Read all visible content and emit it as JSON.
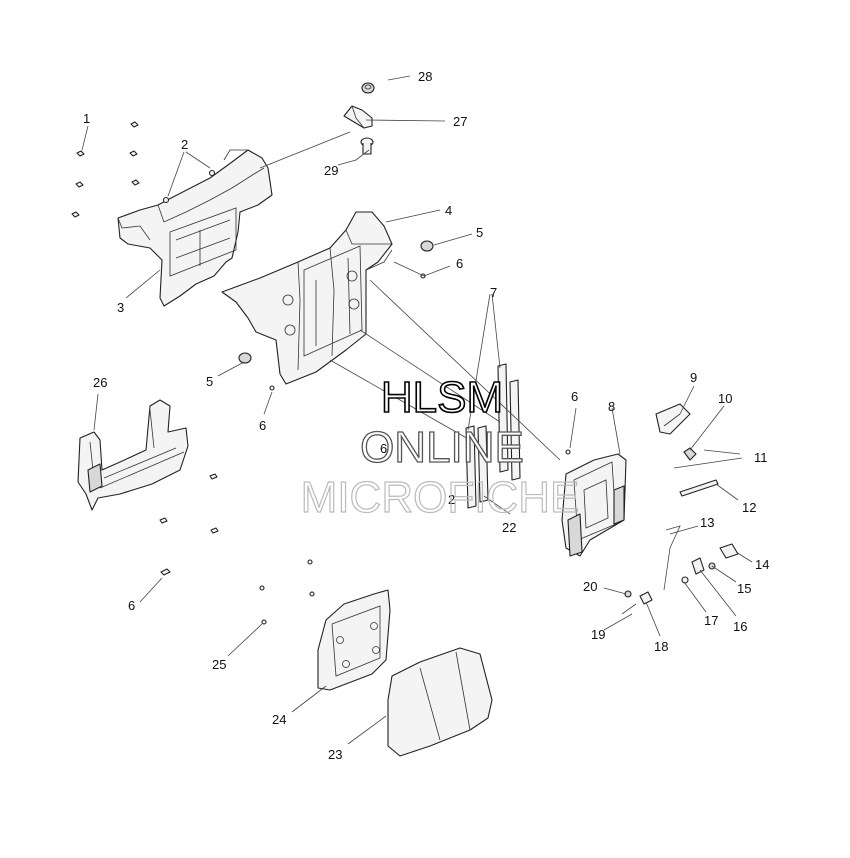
{
  "watermark": {
    "line1": "HLSM",
    "line2": "ONLINE",
    "line3": "MICROFICHE"
  },
  "callouts": [
    "1",
    "2",
    "3",
    "4",
    "5",
    "6",
    "7",
    "8",
    "9",
    "10",
    "11",
    "12",
    "13",
    "14",
    "15",
    "16",
    "17",
    "18",
    "19",
    "20",
    "22",
    "23",
    "24",
    "25",
    "26",
    "27",
    "28",
    "29"
  ]
}
